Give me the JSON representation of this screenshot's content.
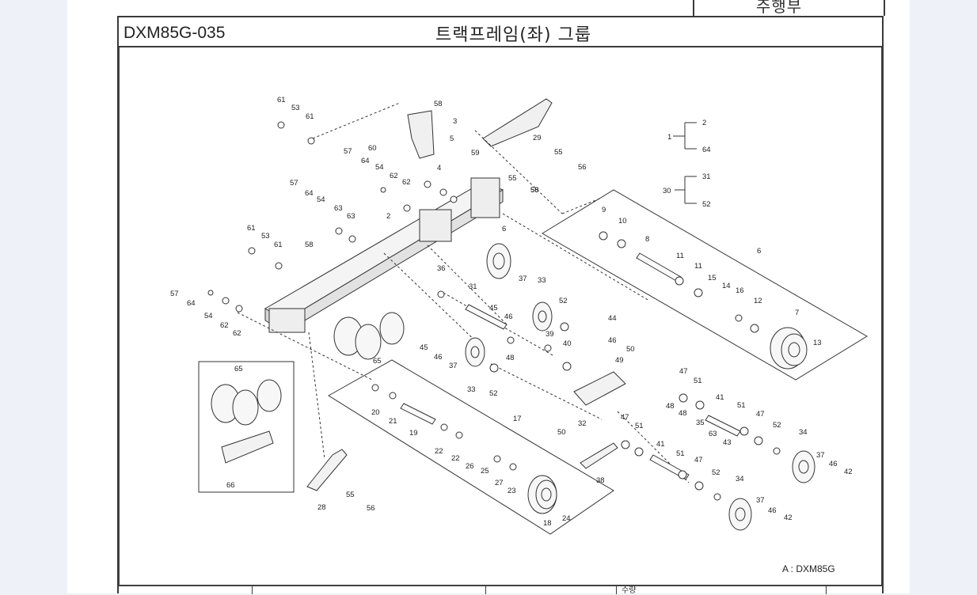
{
  "header": {
    "top_right_text": "주행부",
    "part_code": "DXM85G-035",
    "title": "트랙프레임(좌) 그룹"
  },
  "model_note": "A : DXM85G",
  "bottom_label": "수량",
  "group_ranges": [
    {
      "main": "1",
      "from": "2",
      "to": "64"
    },
    {
      "main": "30",
      "from": "31",
      "to": "52"
    }
  ],
  "callouts": [
    "1",
    "2",
    "3",
    "4",
    "5",
    "6",
    "7",
    "8",
    "9",
    "10",
    "11",
    "12",
    "13",
    "14",
    "15",
    "16",
    "17",
    "18",
    "19",
    "20",
    "21",
    "22",
    "23",
    "24",
    "25",
    "26",
    "27",
    "28",
    "29",
    "30",
    "31",
    "32",
    "33",
    "34",
    "35",
    "36",
    "37",
    "38",
    "39",
    "40",
    "41",
    "42",
    "43",
    "44",
    "45",
    "46",
    "47",
    "48",
    "49",
    "50",
    "51",
    "52",
    "53",
    "54",
    "55",
    "56",
    "57",
    "58",
    "59",
    "60",
    "61",
    "62",
    "63",
    "64",
    "65",
    "66"
  ]
}
